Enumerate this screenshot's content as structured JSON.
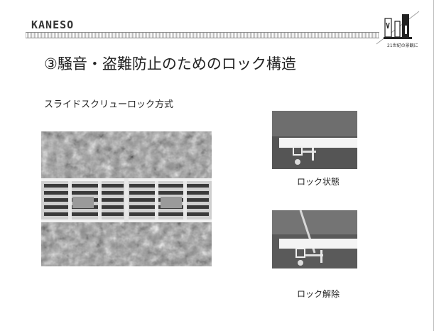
{
  "header": {
    "logo_text": "KANESO",
    "slogan": "21世紀の景観に"
  },
  "slide": {
    "title": "③騒音・盗難防止のためのロック構造",
    "subtitle": "スライドスクリューロック方式"
  },
  "captions": {
    "locked": "ロック状態",
    "unlocked": "ロック解除"
  },
  "icons": {
    "corner_logo": "paving-blocks-icon"
  }
}
